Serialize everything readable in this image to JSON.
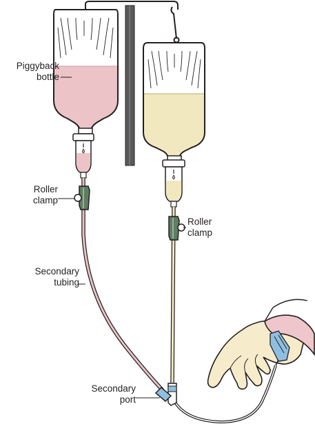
{
  "labels": {
    "piggyback": {
      "line1": "Piggyback",
      "line2": "bottle"
    },
    "roller_left": {
      "line1": "Roller",
      "line2": "clamp"
    },
    "roller_right": {
      "line1": "Roller",
      "line2": "clamp"
    },
    "secondary_tubing": {
      "line1": "Secondary",
      "line2": "tubing"
    },
    "secondary_port": {
      "line1": "Secondary",
      "line2": "port"
    }
  },
  "colors": {
    "piggyback_fluid": "#ecc3c6",
    "primary_fluid": "#f1e8bf",
    "clamp": "#5f7d62",
    "pole": "#5a5a5a",
    "hand_skin": "#f6eccb",
    "sleeve": "#efc6cc",
    "port": "#8fbfe0",
    "outline": "#231f20"
  }
}
